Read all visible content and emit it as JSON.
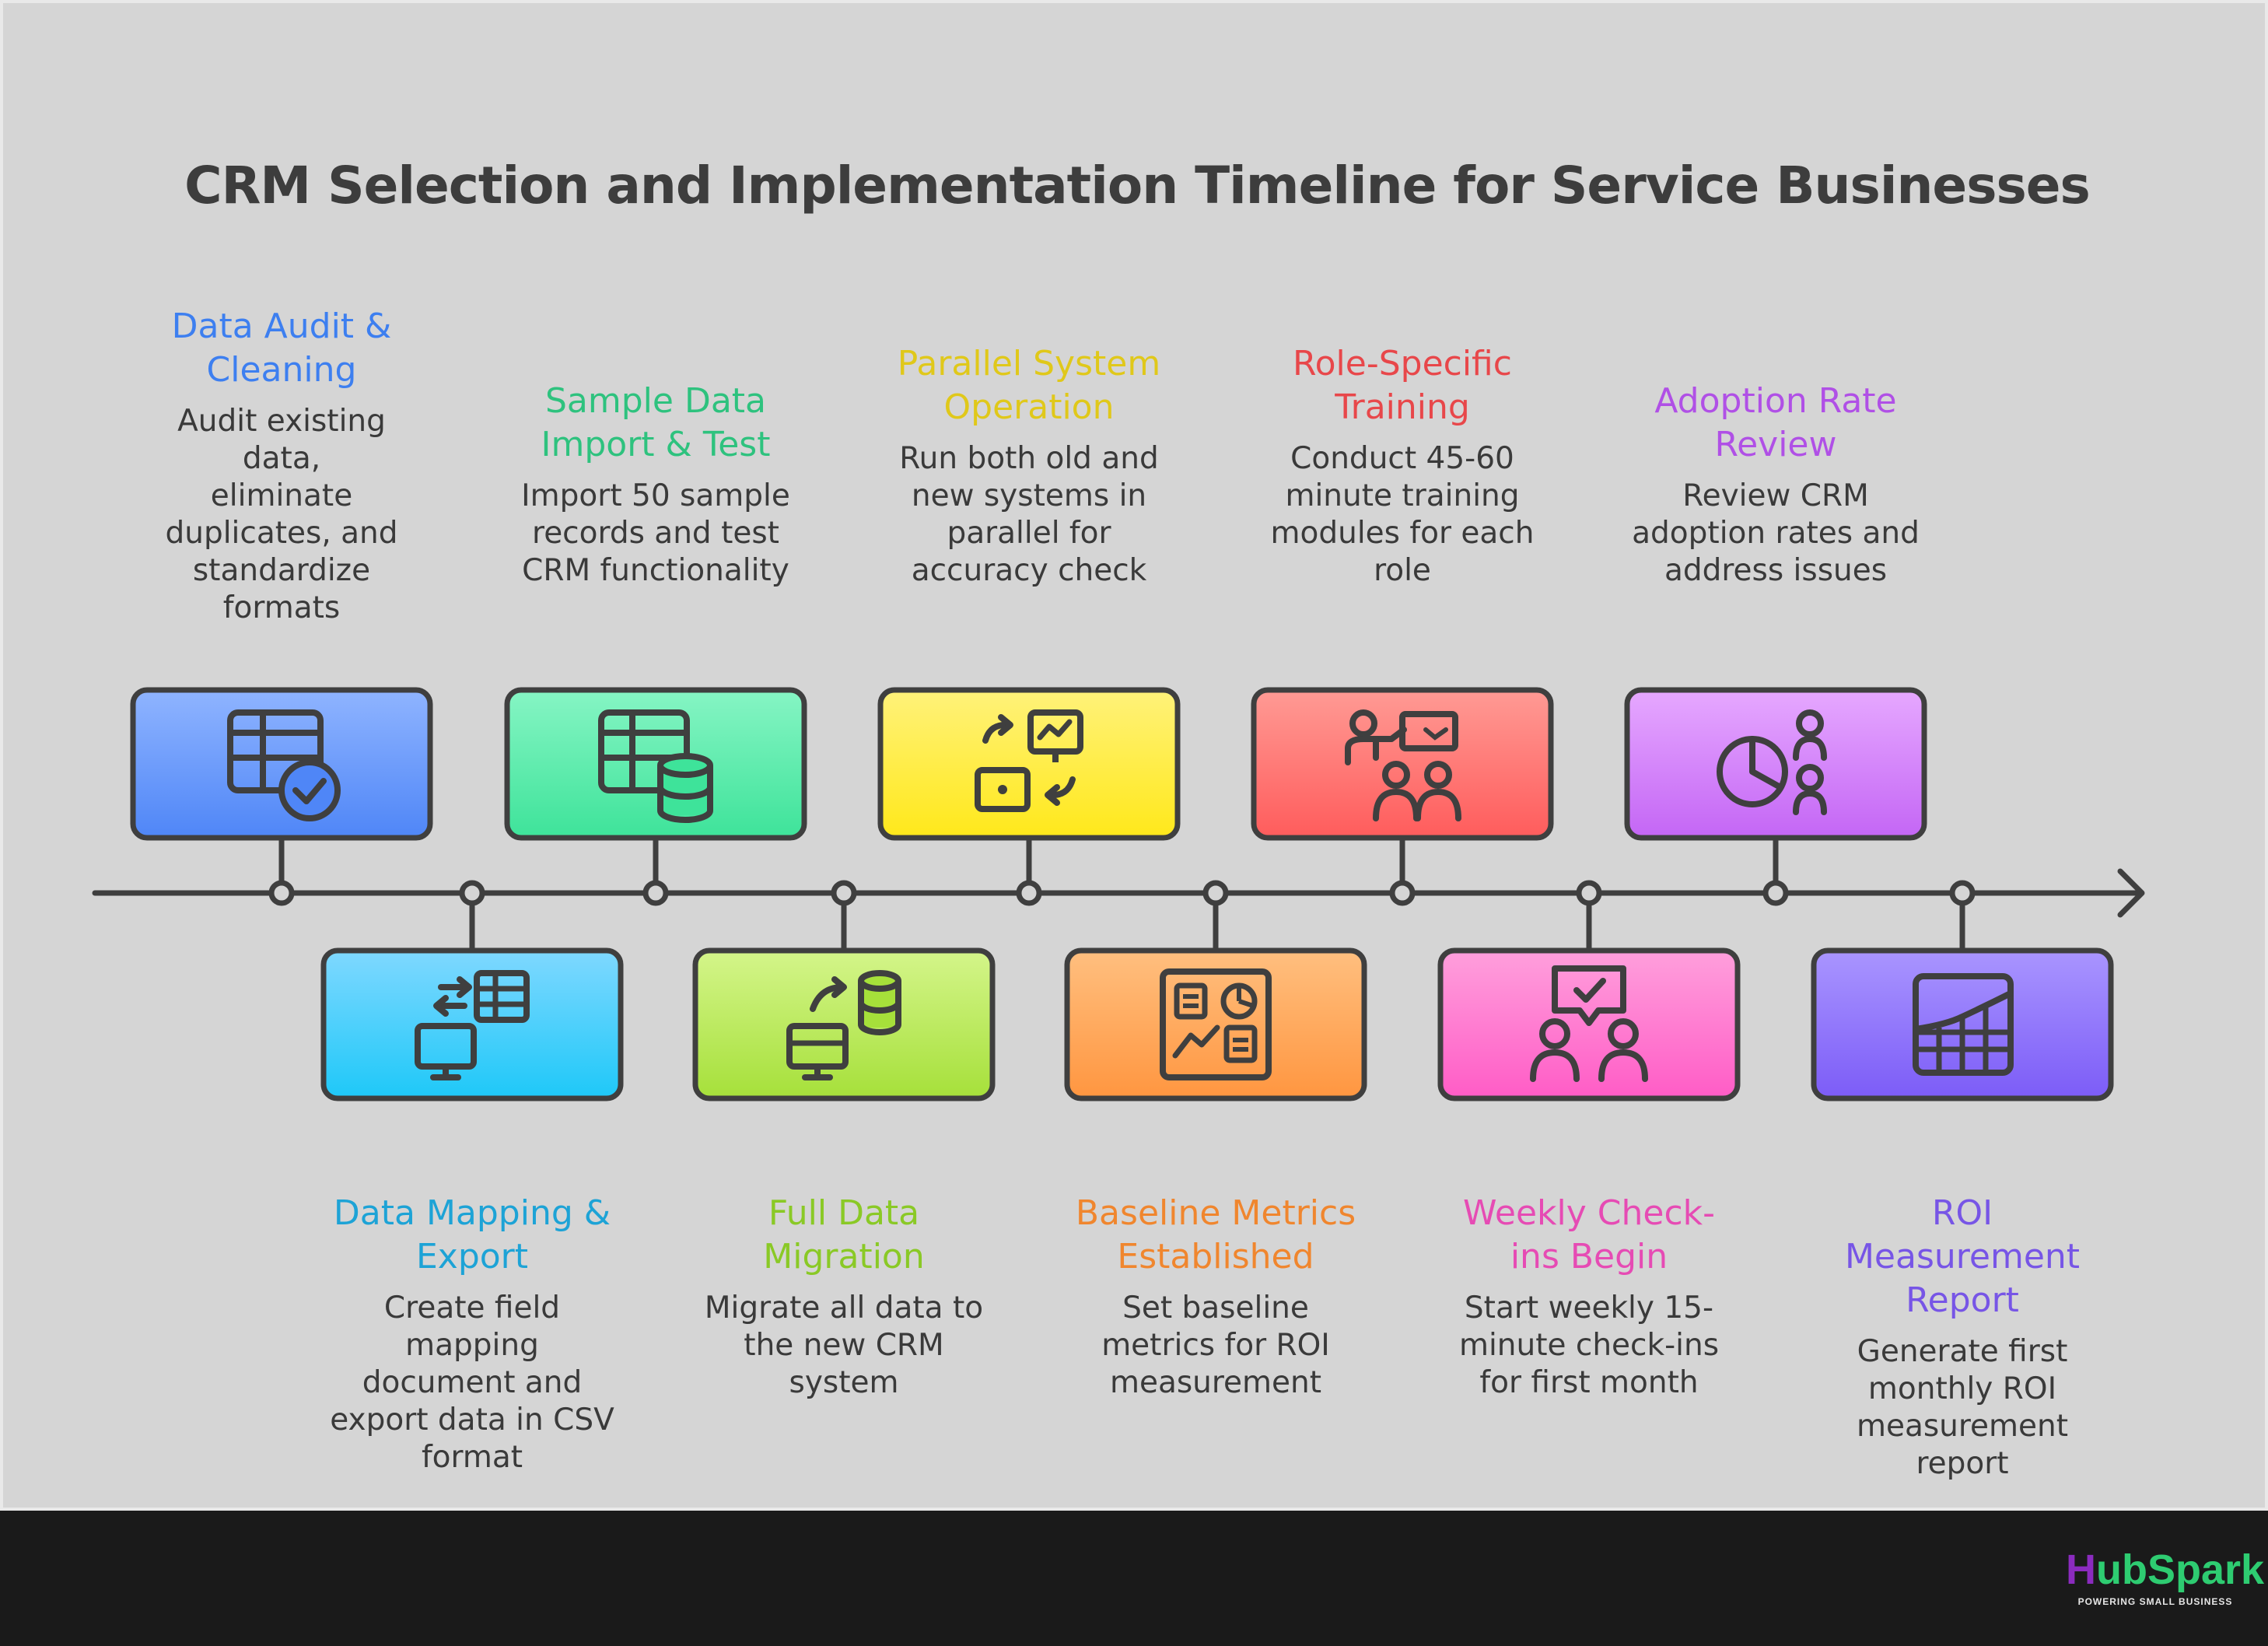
{
  "title": "CRM Selection and Implementation Timeline for Service Businesses",
  "steps": [
    {
      "title": "Data Audit & Cleaning",
      "title_lines": [
        "Data Audit &",
        "Cleaning"
      ],
      "description_lines": [
        "Audit existing data,",
        "eliminate",
        "duplicates, and",
        "standardize",
        "formats"
      ],
      "color": "#3d7ff0",
      "box_top": "#8fb4ff",
      "box_bottom": "#4f86f7",
      "icon": "table-check-icon",
      "position": "above"
    },
    {
      "title": "Data Mapping & Export",
      "title_lines": [
        "Data Mapping &",
        "Export"
      ],
      "description_lines": [
        "Create field",
        "mapping",
        "document and",
        "export data in CSV",
        "format"
      ],
      "color": "#1da3d6",
      "box_top": "#7fd8ff",
      "box_bottom": "#1ec8f8",
      "icon": "computer-table-transfer-icon",
      "position": "below"
    },
    {
      "title": "Sample Data Import & Test",
      "title_lines": [
        "Sample Data",
        "Import & Test"
      ],
      "description_lines": [
        "Import 50 sample",
        "records and test",
        "CRM functionality"
      ],
      "color": "#2ec27e",
      "box_top": "#86f5c4",
      "box_bottom": "#3ee39a",
      "icon": "table-database-icon",
      "position": "above"
    },
    {
      "title": "Full Data Migration",
      "title_lines": [
        "Full Data",
        "Migration"
      ],
      "description_lines": [
        "Migrate all data to",
        "the new CRM",
        "system"
      ],
      "color": "#8ac926",
      "box_top": "#d4f58a",
      "box_bottom": "#a6e03a",
      "icon": "computer-database-transfer-icon",
      "position": "below"
    },
    {
      "title": "Parallel System Operation",
      "title_lines": [
        "Parallel System",
        "Operation"
      ],
      "description_lines": [
        "Run both old and",
        "new systems in",
        "parallel for",
        "accuracy check"
      ],
      "color": "#e0c81a",
      "box_top": "#fff27a",
      "box_bottom": "#ffe81a",
      "icon": "system-switch-icon",
      "position": "above"
    },
    {
      "title": "Baseline Metrics Established",
      "title_lines": [
        "Baseline Metrics",
        "Established"
      ],
      "description_lines": [
        "Set baseline",
        "metrics for ROI",
        "measurement"
      ],
      "color": "#f0862e",
      "box_top": "#ffbf7f",
      "box_bottom": "#ff9640",
      "icon": "dashboard-icon",
      "position": "below"
    },
    {
      "title": "Role-Specific Training",
      "title_lines": [
        "Role-Specific",
        "Training"
      ],
      "description_lines": [
        "Conduct 45-60",
        "minute training",
        "modules for each",
        "role"
      ],
      "color": "#e8474a",
      "box_top": "#ff9a94",
      "box_bottom": "#ff5c5c",
      "icon": "presenter-audience-icon",
      "position": "above"
    },
    {
      "title": "Weekly Check-ins Begin",
      "title_lines": [
        "Weekly Check-",
        "ins Begin"
      ],
      "description_lines": [
        "Start weekly 15-",
        "minute check-ins",
        "for first month"
      ],
      "color": "#e64bb4",
      "box_top": "#ff9fdc",
      "box_bottom": "#ff5cc6",
      "icon": "meeting-check-icon",
      "position": "below"
    },
    {
      "title": "Adoption Rate Review",
      "title_lines": [
        "Adoption Rate",
        "Review"
      ],
      "description_lines": [
        "Review CRM",
        "adoption rates and",
        "address issues"
      ],
      "color": "#b050e6",
      "box_top": "#e6a8ff",
      "box_bottom": "#c466f5",
      "icon": "pie-users-icon",
      "position": "above"
    },
    {
      "title": "ROI Measurement Report",
      "title_lines": [
        "ROI",
        "Measurement",
        "Report"
      ],
      "description_lines": [
        "Generate first",
        "monthly ROI",
        "measurement",
        "report"
      ],
      "color": "#7755e6",
      "box_top": "#a995ff",
      "box_bottom": "#7c5cf7",
      "icon": "growth-chart-icon",
      "position": "below"
    }
  ],
  "logo": {
    "h": "H",
    "rest": "ubSpark",
    "tagline": "POWERING SMALL BUSINESS"
  }
}
